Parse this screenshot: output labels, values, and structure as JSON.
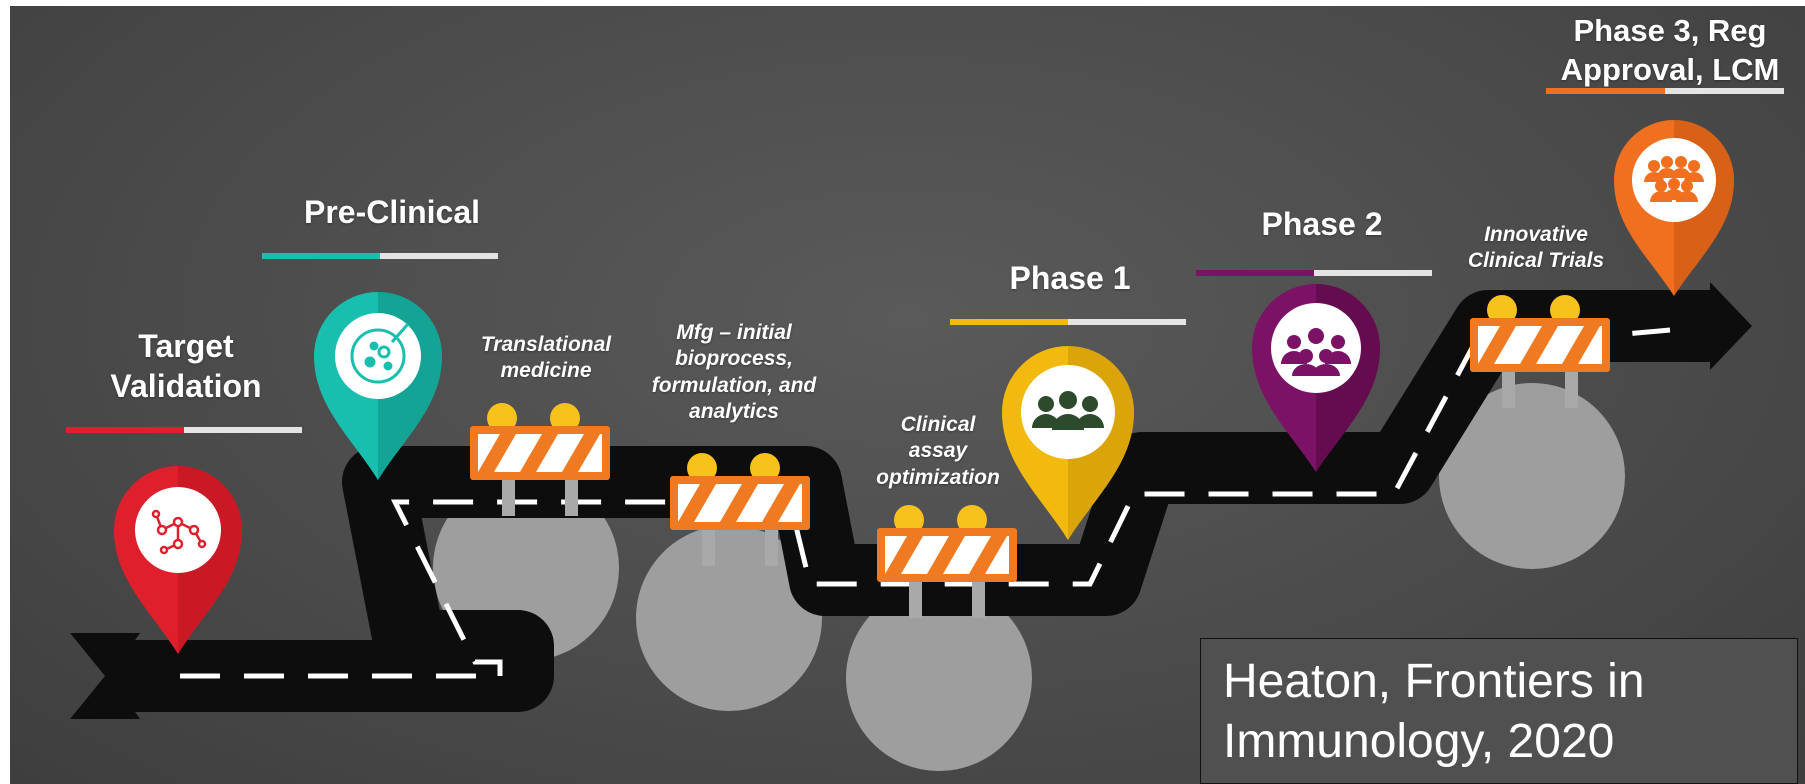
{
  "stages": [
    {
      "title_lines": [
        "Target",
        "Validation"
      ],
      "color": "#e01f2c",
      "icon": "molecule-network-icon"
    },
    {
      "title_lines": [
        "Pre-Clinical"
      ],
      "color": "#19bfae",
      "icon": "petri-dish-icon"
    },
    {
      "title_lines": [
        "Phase 1"
      ],
      "color": "#f2b90f",
      "icon": "small-group-people-icon"
    },
    {
      "title_lines": [
        "Phase 2"
      ],
      "color": "#7b1266",
      "icon": "medium-group-people-icon"
    },
    {
      "title_lines": [
        "Phase 3, Reg",
        "Approval,  LCM"
      ],
      "color": "#f07020",
      "icon": "large-crowd-people-icon"
    }
  ],
  "steps": [
    {
      "lines": [
        "Translational",
        "medicine"
      ]
    },
    {
      "lines": [
        "Mfg – initial",
        "bioprocess,",
        "formulation, and",
        "analytics"
      ]
    },
    {
      "lines": [
        "Clinical",
        "assay",
        "optimization"
      ]
    },
    {
      "lines": [
        "Innovative",
        "Clinical Trials"
      ]
    }
  ],
  "citation": {
    "line1": "Heaton, Frontiers in",
    "line2": "Immunology, 2020"
  },
  "colors": {
    "background": "#4b4b4b",
    "road": "#0d0d0d",
    "road_dash": "#ffffff",
    "barrier_orange": "#f07a22",
    "barrier_light": "#f7c21b",
    "boulder": "#9e9e9e"
  }
}
